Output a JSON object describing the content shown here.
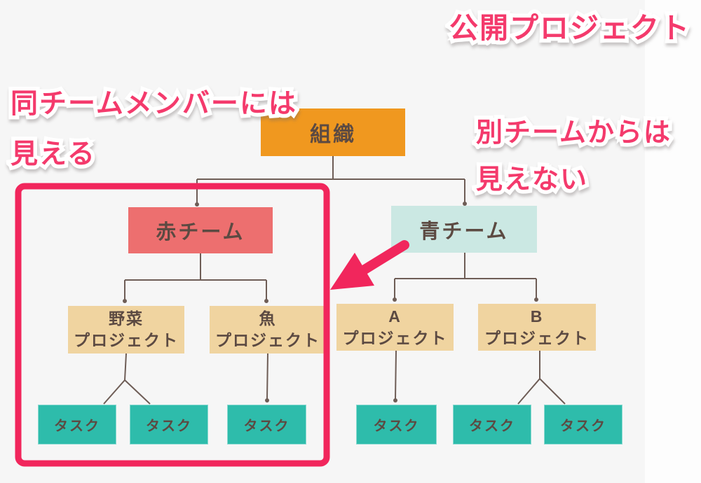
{
  "colors": {
    "background": "#f6f6f6",
    "background_right_strip": "#fdfdfd",
    "pink_text": "#f43a6c",
    "pink_shape": "#f1265c",
    "connector": "#6e5d56",
    "node_text": "#5c4a42",
    "org_orange": "#f0981f",
    "team_red": "#ed6f6f",
    "team_blue": "#cbe8e3",
    "project_tan": "#f0d4a0",
    "task_teal": "#2ebcab"
  },
  "title": {
    "text": "公開プロジェクト"
  },
  "annotations": {
    "same_team": {
      "line1": "同チームメンバーには",
      "line2": "見える"
    },
    "other_team": {
      "line1": "別チームからは",
      "line2": "見えない"
    }
  },
  "org_chart": {
    "root": {
      "label": "組織"
    },
    "teams": {
      "red": {
        "label": "赤チーム"
      },
      "blue": {
        "label": "青チーム"
      }
    },
    "projects": {
      "vegetable": {
        "line1": "野菜",
        "line2": "プロジェクト"
      },
      "fish": {
        "line1": "魚",
        "line2": "プロジェクト"
      },
      "a": {
        "line1": "A",
        "line2": "プロジェクト"
      },
      "b": {
        "line1": "B",
        "line2": "プロジェクト"
      }
    },
    "tasks": [
      "タスク",
      "タスク",
      "タスク",
      "タスク",
      "タスク",
      "タスク"
    ]
  }
}
